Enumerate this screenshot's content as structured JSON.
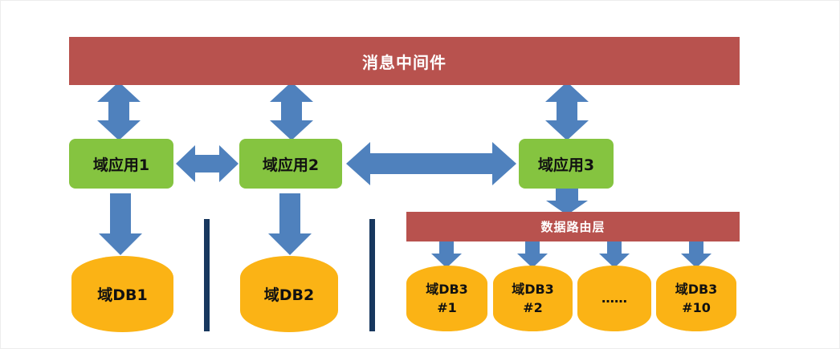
{
  "diagram": {
    "middleware_label": "消息中间件",
    "apps": [
      {
        "label": "域应用1"
      },
      {
        "label": "域应用2"
      },
      {
        "label": "域应用3"
      }
    ],
    "routing_label": "数据路由层",
    "databases": [
      {
        "label": "域DB1"
      },
      {
        "label": "域DB2"
      }
    ],
    "shards": [
      {
        "label": "域DB3",
        "sub": "#1"
      },
      {
        "label": "域DB3",
        "sub": "#2"
      },
      {
        "label": "……",
        "sub": ""
      },
      {
        "label": "域DB3",
        "sub": "#10"
      }
    ],
    "colors": {
      "bar_red": "#b8524e",
      "app_green": "#85c440",
      "arrow_blue": "#4f81bd",
      "db_orange": "#fbb315",
      "divider_navy": "#17375e"
    }
  }
}
